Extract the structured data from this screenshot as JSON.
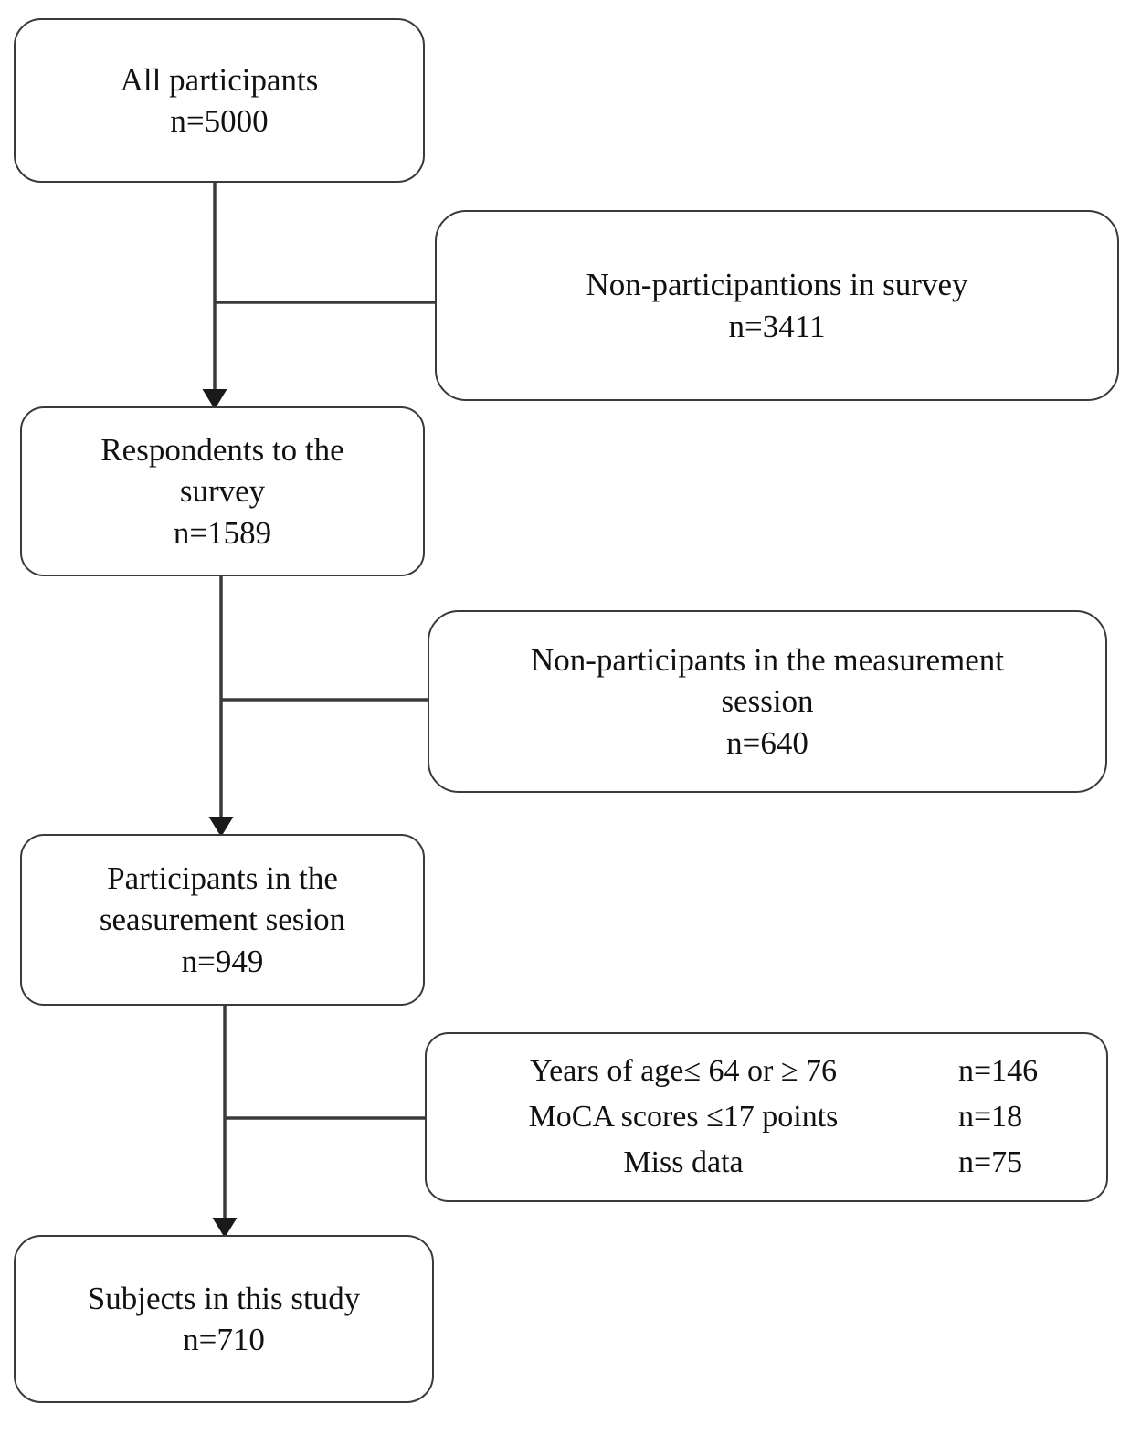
{
  "diagram": {
    "type": "flowchart",
    "title": "Study participant selection flow diagram",
    "line_color": "#3a3a3a",
    "text_color": "#111111",
    "background": "#ffffff"
  },
  "nodes": {
    "all_participants": {
      "label": "All participants",
      "count": "n=5000"
    },
    "non_participations_survey": {
      "label": "Non-participantions in survey",
      "count": "n=3411"
    },
    "respondents": {
      "label_line1": "Respondents to the",
      "label_line2": "survey",
      "count": "n=1589"
    },
    "non_participants_measurement": {
      "label_line1": "Non-participants in the measurement",
      "label_line2": "session",
      "count": "n=640"
    },
    "participants_measurement": {
      "label_line1": "Participants in the",
      "label_line2": "seasurement sesion",
      "count": "n=949"
    },
    "subjects": {
      "label": "Subjects in this study",
      "count": "n=710"
    }
  },
  "exclusions": {
    "rows": [
      {
        "criterion": "Years of age≤ 64 or  ≥ 76",
        "count": "n=146"
      },
      {
        "criterion": "MoCA scores ≤17 points",
        "count": "n=18"
      },
      {
        "criterion": "Miss data",
        "count": "n=75"
      }
    ]
  }
}
